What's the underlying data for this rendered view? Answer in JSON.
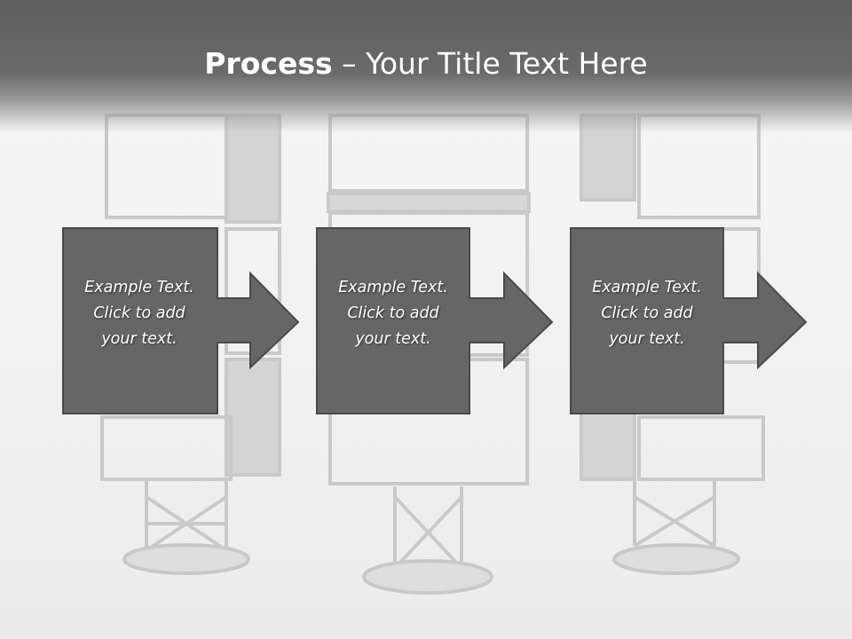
{
  "slide": {
    "title_bold": "Process",
    "title_dash": " – ",
    "title_rest": "Your Title Text Here"
  },
  "steps": [
    {
      "line1": "Example Text.",
      "line2": "Click  to add",
      "line3": "your text."
    },
    {
      "line1": "Example Text.",
      "line2": "Click  to add",
      "line3": "your text."
    },
    {
      "line1": "Example Text.",
      "line2": "Click  to add",
      "line3": "your text."
    }
  ],
  "colors": {
    "header": "#646464",
    "box_fill": "#666666",
    "box_stroke": "#4a4a4a",
    "text": "#ffffff"
  },
  "icons": [
    "arrow-right-icon",
    "billboard-stand-image"
  ]
}
